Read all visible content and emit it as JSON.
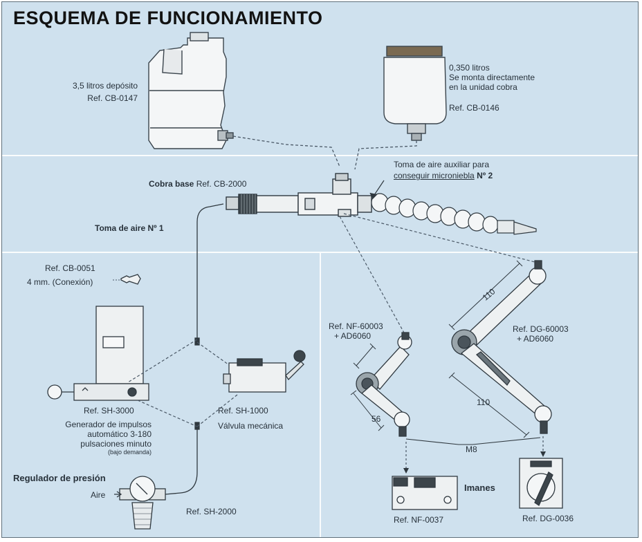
{
  "title": "ESQUEMA DE FUNCIONAMIENTO",
  "deposit": {
    "capacity": "3,5 litros depósito",
    "ref": "Ref. CB-0147"
  },
  "cup": {
    "capacity": "0,350 litros",
    "mount_line1": "Se monta directamente",
    "mount_line2": "en la unidad cobra",
    "ref": "Ref. CB-0146"
  },
  "cobra": {
    "name": "Cobra base",
    "ref": "Ref. CB-2000"
  },
  "aux_air": {
    "line1": "Toma de aire auxiliar para",
    "line2": "conseguir microniebla",
    "num": "Nº 2"
  },
  "air_intake": "Toma de aire Nº 1",
  "connector": {
    "ref": "Ref. CB-0051",
    "desc": "4 mm. (Conexión)"
  },
  "generator": {
    "ref": "Ref. SH-3000",
    "line1": "Generador de impulsos",
    "line2": "automático 3-180",
    "line3": "pulsaciones minuto",
    "line4": "(bajo demanda)"
  },
  "valve": {
    "ref": "Ref. SH-1000",
    "desc": "Válvula mecánica"
  },
  "regulator": {
    "title": "Regulador de presión",
    "air": "Aire",
    "ref": "Ref. SH-2000"
  },
  "arm_nf": {
    "ref": "Ref. NF-60003",
    "plus": "+ AD6060",
    "dim": "56"
  },
  "arm_dg": {
    "ref": "Ref. DG-60003",
    "plus": "+ AD6060",
    "dim_top": "110",
    "dim_bottom": "110"
  },
  "thread": "M8",
  "magnets": {
    "label": "Imanes",
    "nf_ref": "Ref. NF-0037",
    "dg_ref": "Ref. DG-0036"
  },
  "colors": {
    "background": "#cfe1ee",
    "text": "#27313a",
    "dashed": "#4a5866"
  }
}
